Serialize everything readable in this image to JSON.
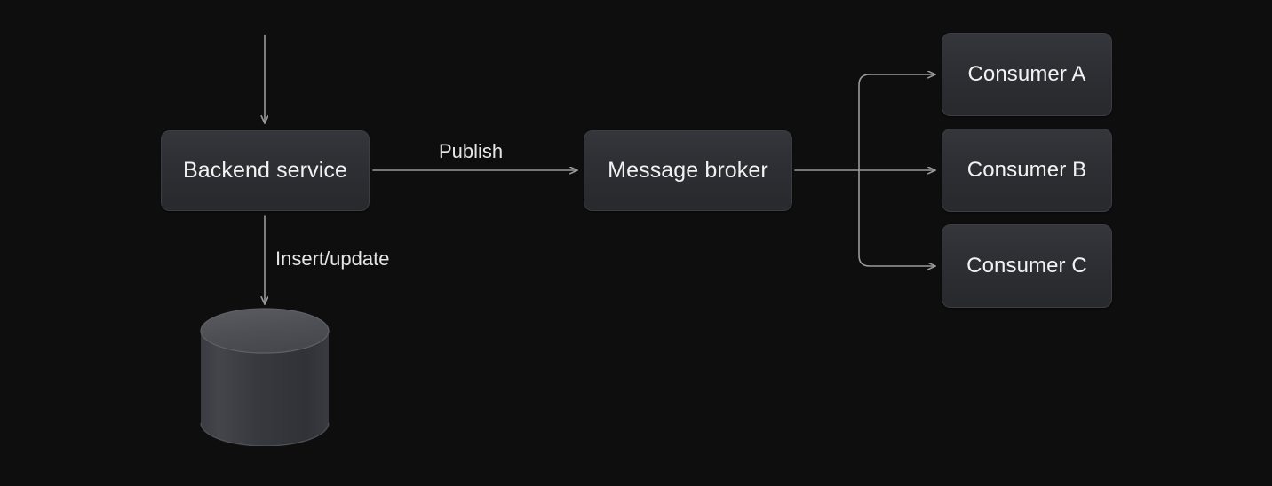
{
  "diagram": {
    "type": "flow-architecture",
    "background_color": "#0e0e0e",
    "node_fill_top": "#34363b",
    "node_fill_bottom": "#27292d",
    "node_border_color": "#3b3d42",
    "edge_color": "#9a9a9c",
    "text_color": "#f2f2f3",
    "nodes": {
      "backend": {
        "label": "Backend service",
        "shape": "rounded-rect"
      },
      "broker": {
        "label": "Message broker",
        "shape": "rounded-rect"
      },
      "consumer_a": {
        "label": "Consumer A",
        "shape": "rounded-rect"
      },
      "consumer_b": {
        "label": "Consumer B",
        "shape": "rounded-rect"
      },
      "consumer_c": {
        "label": "Consumer C",
        "shape": "rounded-rect"
      },
      "database": {
        "label": "",
        "shape": "cylinder"
      }
    },
    "edges": [
      {
        "from": "external",
        "to": "backend",
        "label": ""
      },
      {
        "from": "backend",
        "to": "broker",
        "label": "Publish"
      },
      {
        "from": "backend",
        "to": "database",
        "label": "Insert/update"
      },
      {
        "from": "broker",
        "to": "consumer_a",
        "label": ""
      },
      {
        "from": "broker",
        "to": "consumer_b",
        "label": ""
      },
      {
        "from": "broker",
        "to": "consumer_c",
        "label": ""
      }
    ]
  }
}
